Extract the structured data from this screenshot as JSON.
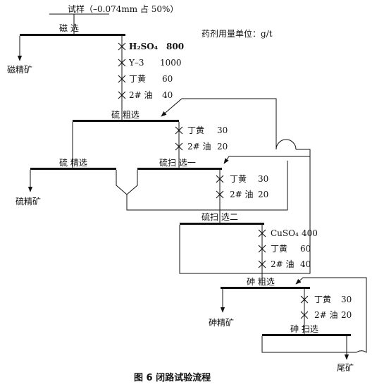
{
  "feed": {
    "label": "试样（–0.074mm 占 50%）"
  },
  "units_note": "药剂用量单位：g/t",
  "stages": {
    "magnetic": {
      "label": "磁  选"
    },
    "s_rough": {
      "label": "硫  粗选"
    },
    "s_clean": {
      "label": "硫  精选"
    },
    "s_scav1": {
      "label": "硫扫  选一"
    },
    "s_scav2": {
      "label": "硫扫  选二"
    },
    "as_rough": {
      "label": "砷  粗选"
    },
    "as_scav": {
      "label": "砷  扫选"
    }
  },
  "products": {
    "mag_conc": "磁精矿",
    "s_conc": "硫精矿",
    "as_conc": "砷精矿",
    "tailings": "尾矿"
  },
  "reagents": {
    "before_s_rough": [
      {
        "name": "H₂SO₄",
        "dose": "800"
      },
      {
        "name": "Y–3",
        "dose": "1000"
      },
      {
        "name": "丁黄",
        "dose": "60"
      },
      {
        "name": "2# 油",
        "dose": "40"
      }
    ],
    "before_s_scav1": [
      {
        "name": "丁黄",
        "dose": "30"
      },
      {
        "name": "2# 油",
        "dose": "20"
      }
    ],
    "before_s_scav2": [
      {
        "name": "丁黄",
        "dose": "30"
      },
      {
        "name": "2# 油",
        "dose": "20"
      }
    ],
    "before_as_rough": [
      {
        "name": "CuSO₄",
        "dose": "400"
      },
      {
        "name": "丁黄",
        "dose": "60"
      },
      {
        "name": "2# 油",
        "dose": "40"
      }
    ],
    "before_as_scav": [
      {
        "name": "丁黄",
        "dose": "30"
      },
      {
        "name": "2# 油",
        "dose": "20"
      }
    ]
  },
  "caption": "图 6   闭路试验流程"
}
